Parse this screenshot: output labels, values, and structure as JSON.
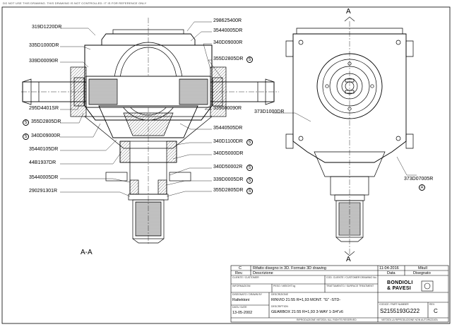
{
  "top_notice": "DO NOT USE THIS DRAWING. THIS DRAWING IS NOT CONTROLLED. IT IS FOR REFERENCE ONLY",
  "view": {
    "section_label": "A-A",
    "marker_top": "A",
    "marker_bottom": "A"
  },
  "callouts_left": [
    "319D1220DR",
    "335D1000DR",
    "339D00090R",
    "295D4401SR",
    "355D2805DR",
    "340D09000R",
    "35440105DR",
    "44B1937DR",
    "35440005DR",
    "290291301R"
  ],
  "callouts_right": [
    "298625400R",
    "35440005DR",
    "340D09000R",
    "355D2805DR",
    "339000090R",
    "35440505DR",
    "340D1100DR",
    "340D5000DR",
    "340D50002R",
    "339D0005DR",
    "355D2805DR"
  ],
  "callouts_side": {
    "left": "373D1000DR",
    "right": "373D07005R"
  },
  "circle_marks": {
    "s": "S",
    "a": "A"
  },
  "title_block": {
    "rev_col": "C",
    "rev_header": "Rev.",
    "rev_desc": "Rifatto disegno in 3D. Formato 3D drawing",
    "rev_desc_header": "Descrizione",
    "rev_date": "11-04-2016",
    "rev_date_header": "Data",
    "rev_drawn": "Mkull",
    "rev_drawn_header": "Disegnato",
    "customer_label": "CLIENTE / CUSTOMER",
    "customer_code_label": "COD. CLIENTE / CUSTOMER DRAWING No.",
    "notes_label": "INFORMAZIONI",
    "weight_label": "PESO / WEIGHT kg",
    "treatment_label": "TRATTAMENTO / SURFACE TREATMENT",
    "company_lines": [
      "BONDIOLI",
      "& PAVESI"
    ],
    "drawn_by_label": "DISEGNATO / DRAWN BY",
    "drawn_by": "Raltektoni",
    "date_label": "DATA / DATE",
    "date": "13-05-2002",
    "description_label": "DESCRIZIONE",
    "description_1": "RINVIO 21:55 R=1,93 MONT. \"G\" -STD-",
    "description_sub_label": "DESCRIPTION",
    "description_2": "GEARBOX 21:55 R=1,93 3-WAY 1-3/4\"z6",
    "code_label": "CODICE / PART NUMBER",
    "code": "S2155193G222",
    "rev_label": "REV.",
    "rev": "C",
    "footer_left": "RIPRODUZIONE VIETATA / ALL RIGHTS RESERVED",
    "footer_right": "VIETATA LA RIPRODUZIONE NON AUTORIZZATA"
  }
}
